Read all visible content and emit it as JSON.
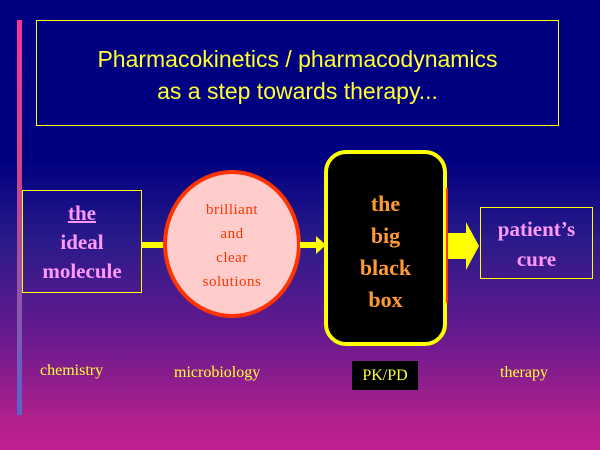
{
  "title": {
    "line1": "Pharmacokinetics / pharmacodynamics",
    "line2": "as a step towards therapy..."
  },
  "molecule": {
    "line1": "the",
    "line2": "ideal",
    "line3": "molecule"
  },
  "solutions": {
    "line1": "brilliant",
    "line2": "and",
    "line3": "clear",
    "line4": "solutions"
  },
  "blackbox": {
    "line1": "the",
    "line2": "big",
    "line3": "black",
    "line4": "box"
  },
  "cure": {
    "line1": "patient’s",
    "line2": "cure"
  },
  "labels": {
    "chemistry": "chemistry",
    "microbiology": "microbiology",
    "pkpd": "PK/PD",
    "therapy": "therapy"
  }
}
